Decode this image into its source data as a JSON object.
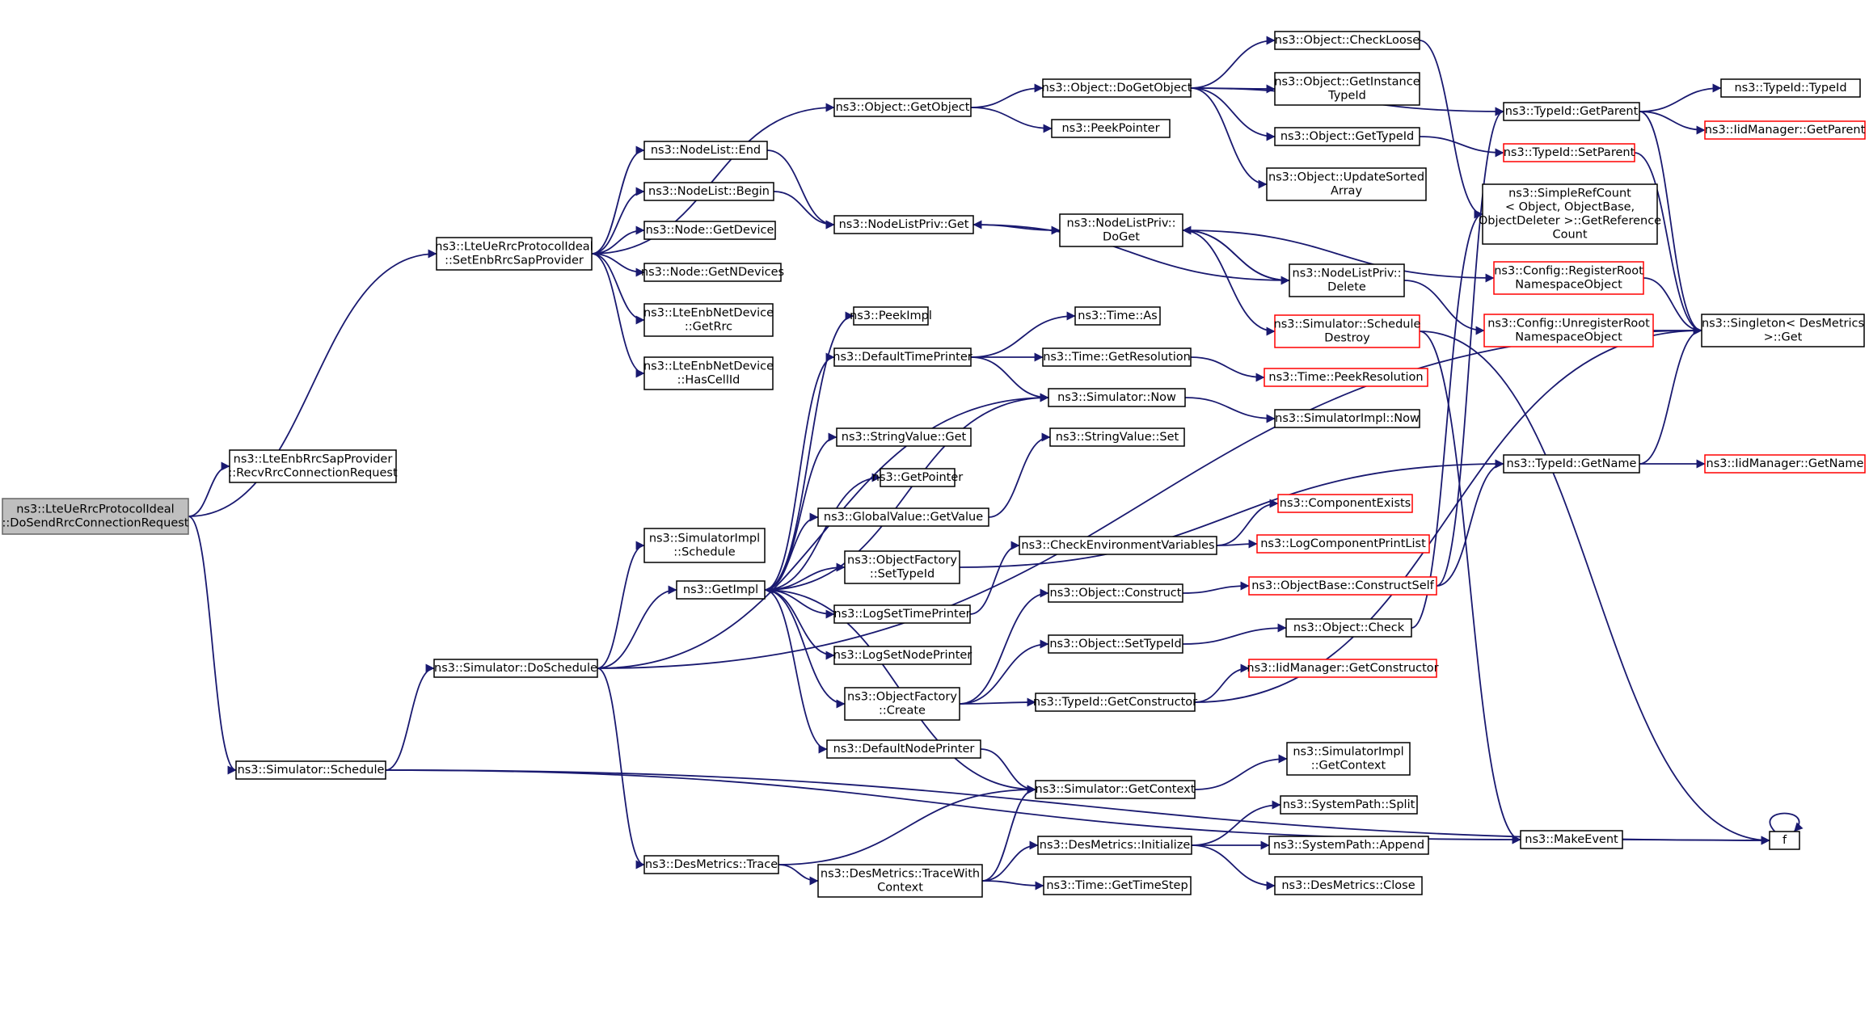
{
  "colors": {
    "edge": "#191970",
    "node_border": "#000000",
    "truncated_border": "#ff0000",
    "root_fill": "#bfbfbf",
    "background": "#ffffff"
  },
  "nodes": {
    "root": [
      "ns3::LteUeRrcProtocolIdeal",
      "::DoSendRrcConnectionRequest"
    ],
    "recv_rrc": [
      "ns3::LteEnbRrcSapProvider",
      "::RecvRrcConnectionRequest"
    ],
    "set_enb": [
      "ns3::LteUeRrcProtocolIdeal",
      "::SetEnbRrcSapProvider"
    ],
    "sim_schedule": [
      "ns3::Simulator::Schedule"
    ],
    "nodelist_end": [
      "ns3::NodeList::End"
    ],
    "nodelist_begin": [
      "ns3::NodeList::Begin"
    ],
    "node_getdevice": [
      "ns3::Node::GetDevice"
    ],
    "node_getndevices": [
      "ns3::Node::GetNDevices"
    ],
    "enb_getrrc": [
      "ns3::LteEnbNetDevice",
      "::GetRrc"
    ],
    "enb_hascellid": [
      "ns3::LteEnbNetDevice",
      "::HasCellId"
    ],
    "simimpl_schedule": [
      "ns3::SimulatorImpl",
      "::Schedule"
    ],
    "sim_doschedule": [
      "ns3::Simulator::DoSchedule"
    ],
    "desm_trace": [
      "ns3::DesMetrics::Trace"
    ],
    "getimpl": [
      "ns3::GetImpl"
    ],
    "obj_getobject": [
      "ns3::Object::GetObject"
    ],
    "peekptr": [
      "ns3::PeekPointer"
    ],
    "nlpriv_get": [
      "ns3::NodeListPriv::Get"
    ],
    "peekimpl": [
      "ns3::PeekImpl"
    ],
    "def_timeprinter": [
      "ns3::DefaultTimePrinter"
    ],
    "stringvalue_get": [
      "ns3::StringValue::Get"
    ],
    "getpointer": [
      "ns3::GetPointer"
    ],
    "gv_getvalue": [
      "ns3::GlobalValue::GetValue"
    ],
    "of_settypeid": [
      "ns3::ObjectFactory",
      "::SetTypeId"
    ],
    "logsettimeprinter": [
      "ns3::LogSetTimePrinter"
    ],
    "logsetnodeprinter": [
      "ns3::LogSetNodePrinter"
    ],
    "of_create": [
      "ns3::ObjectFactory",
      "::Create"
    ],
    "def_nodeprinter": [
      "ns3::DefaultNodePrinter"
    ],
    "desm_tracewithctx": [
      "ns3::DesMetrics::TraceWith",
      "Context"
    ],
    "obj_dogetobject": [
      "ns3::Object::DoGetObject"
    ],
    "nlpriv_doget": [
      "ns3::NodeListPriv::",
      "DoGet"
    ],
    "time_as": [
      "ns3::Time::As"
    ],
    "time_getres": [
      "ns3::Time::GetResolution"
    ],
    "sim_now": [
      "ns3::Simulator::Now"
    ],
    "stringvalue_set": [
      "ns3::StringValue::Set"
    ],
    "check_env": [
      "ns3::CheckEnvironmentVariables"
    ],
    "obj_construct": [
      "ns3::Object::Construct"
    ],
    "obj_settypeid": [
      "ns3::Object::SetTypeId"
    ],
    "typeid_getctor": [
      "ns3::TypeId::GetConstructor"
    ],
    "sim_getctx": [
      "ns3::Simulator::GetContext"
    ],
    "desm_init": [
      "ns3::DesMetrics::Initialize"
    ],
    "time_gettimestep": [
      "ns3::Time::GetTimeStep"
    ],
    "obj_checkloose": [
      "ns3::Object::CheckLoose"
    ],
    "obj_getinstance": [
      "ns3::Object::GetInstance",
      "TypeId"
    ],
    "obj_gettypeid": [
      "ns3::Object::GetTypeId"
    ],
    "obj_updatesorted": [
      "ns3::Object::UpdateSorted",
      "Array"
    ],
    "nlpriv_delete": [
      "ns3::NodeListPriv::",
      "Delete"
    ],
    "sim_schedulesdestroy": [
      "ns3::Simulator::Schedule",
      "Destroy"
    ],
    "time_peekres": [
      "ns3::Time::PeekResolution"
    ],
    "simimpl_now": [
      "ns3::SimulatorImpl::Now"
    ],
    "componentexists": [
      "ns3::ComponentExists"
    ],
    "logcompprintlist": [
      "ns3::LogComponentPrintList"
    ],
    "objbase_constructself": [
      "ns3::ObjectBase::ConstructSelf"
    ],
    "obj_check": [
      "ns3::Object::Check"
    ],
    "iid_getctor": [
      "ns3::IidManager::GetConstructor"
    ],
    "simimpl_getctx": [
      "ns3::SimulatorImpl",
      "::GetContext"
    ],
    "syspath_split": [
      "ns3::SystemPath::Split"
    ],
    "syspath_append": [
      "ns3::SystemPath::Append"
    ],
    "desm_close": [
      "ns3::DesMetrics::Close"
    ],
    "typeid_getparent": [
      "ns3::TypeId::GetParent"
    ],
    "typeid_setparent": [
      "ns3::TypeId::SetParent"
    ],
    "simplerefcount": [
      "ns3::SimpleRefCount",
      "< Object, ObjectBase,",
      " ObjectDeleter >::GetReference",
      "Count"
    ],
    "config_registerroot": [
      "ns3::Config::RegisterRoot",
      "NamespaceObject"
    ],
    "config_unregisterroot": [
      "ns3::Config::UnregisterRoot",
      "NamespaceObject"
    ],
    "typeid_getname": [
      "ns3::TypeId::GetName"
    ],
    "makeevent": [
      "ns3::MakeEvent"
    ],
    "typeid_typeid": [
      "ns3::TypeId::TypeId"
    ],
    "iid_getparent": [
      "ns3::IidManager::GetParent"
    ],
    "singleton_get": [
      "ns3::Singleton< DesMetrics",
      " >::Get"
    ],
    "iid_getname": [
      "ns3::IidManager::GetName"
    ],
    "f": [
      "f"
    ]
  }
}
